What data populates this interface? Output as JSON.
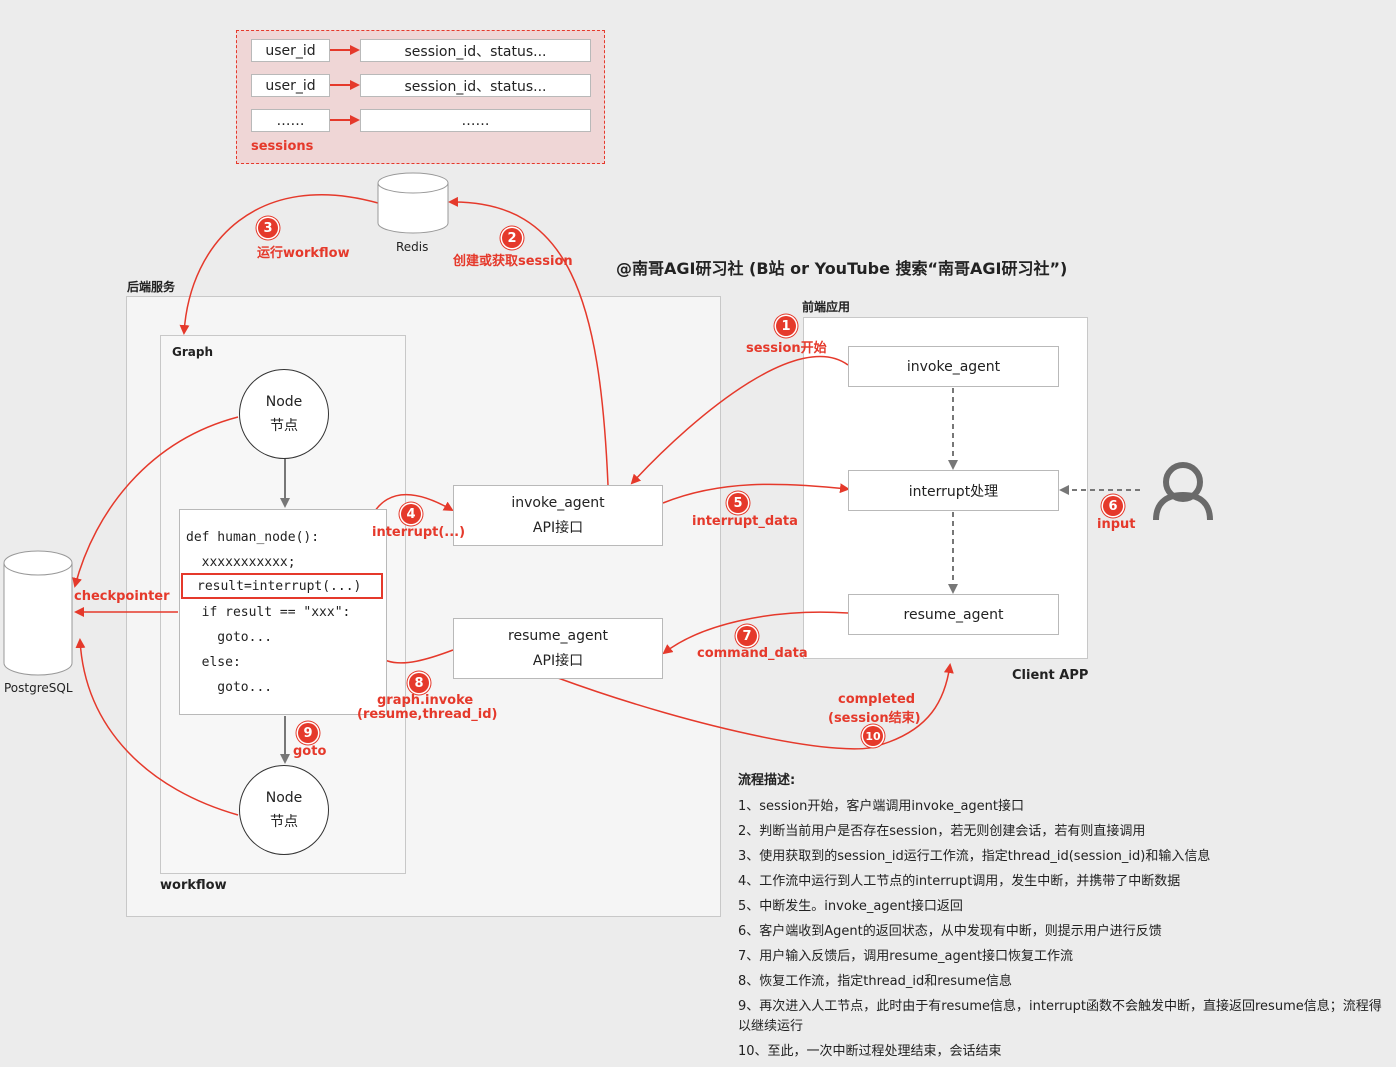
{
  "sessions_panel": {
    "rows": [
      {
        "key": "user_id",
        "value": "session_id、status..."
      },
      {
        "key": "user_id",
        "value": "session_id、status..."
      },
      {
        "key": "……",
        "value": "……"
      }
    ],
    "label": "sessions"
  },
  "redis_label": "Redis",
  "postgres_label": "PostgreSQL",
  "watermark": "@南哥AGI研习社 (B站 or YouTube 搜索“南哥AGI研习社”)",
  "backend": {
    "title": "后端服务",
    "graph_title": "Graph",
    "workflow_label": "workflow",
    "node_top": {
      "line1": "Node",
      "line2": "节点"
    },
    "node_bottom": {
      "line1": "Node",
      "line2": "节点"
    },
    "code_lines": [
      "def human_node():",
      "  xxxxxxxxxxx;",
      "result=interrupt(...)",
      "  if result == \"xxx\":",
      "    goto...",
      "  else:",
      "    goto..."
    ],
    "invoke_api": {
      "line1": "invoke_agent",
      "line2": "API接口"
    },
    "resume_api": {
      "line1": "resume_agent",
      "line2": "API接口"
    }
  },
  "frontend": {
    "title": "前端应用",
    "app_label": "Client APP",
    "invoke": "invoke_agent",
    "interrupt": "interrupt处理",
    "resume": "resume_agent"
  },
  "steps": [
    {
      "n": "1",
      "label": "session开始"
    },
    {
      "n": "2",
      "label": "创建或获取session"
    },
    {
      "n": "3",
      "label": "运行workflow"
    },
    {
      "n": "4",
      "label": "interrupt(...)"
    },
    {
      "n": "5",
      "label": "interrupt_data"
    },
    {
      "n": "6",
      "label": "input"
    },
    {
      "n": "7",
      "label": "command_data"
    },
    {
      "n": "8",
      "label": "graph.invoke",
      "label2": "(resume,thread_id)"
    },
    {
      "n": "9",
      "label": "goto"
    },
    {
      "n": "10",
      "label": "completed",
      "label2": "(session结束)"
    }
  ],
  "checkpointer_label": "checkpointer",
  "description": {
    "title": "流程描述:",
    "items": [
      "1、session开始，客户端调用invoke_agent接口",
      "2、判断当前用户是否存在session，若无则创建会话，若有则直接调用",
      "3、使用获取到的session_id运行工作流，指定thread_id(session_id)和输入信息",
      "4、工作流中运行到人工节点的interrupt调用，发生中断，并携带了中断数据",
      "5、中断发生。invoke_agent接口返回",
      "6、客户端收到Agent的返回状态，从中发现有中断，则提示用户进行反馈",
      "7、用户输入反馈后，调用resume_agent接口恢复工作流",
      "8、恢复工作流，指定thread_id和resume信息",
      "9、再次进入人工节点，此时由于有resume信息，interrupt函数不会触发中断，直接返回resume信息；流程得以继续运行",
      "10、至此，一次中断过程处理结束，会话结束"
    ]
  },
  "colors": {
    "accent": "#e5392b",
    "panel_bg": "#f0d5d5",
    "page_bg": "#ececec"
  }
}
